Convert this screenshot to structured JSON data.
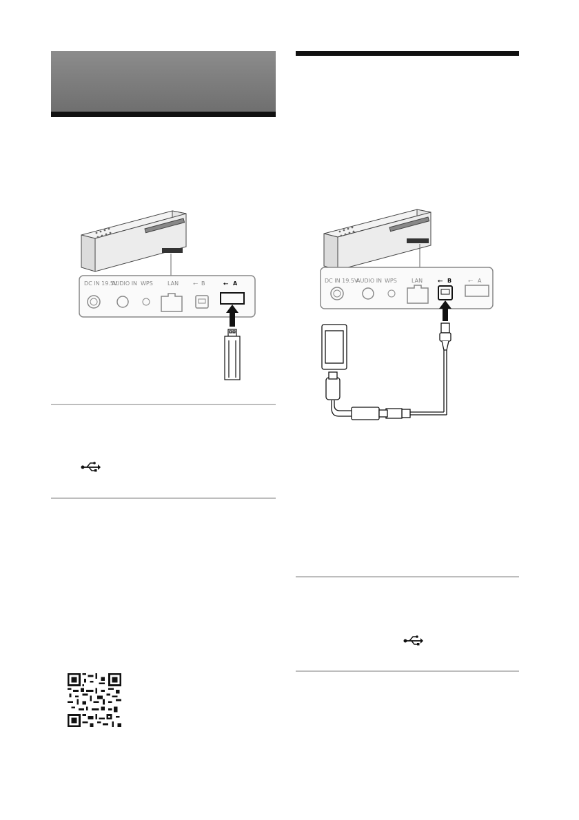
{
  "diagram_left": {
    "ports": [
      {
        "label": "DC IN 19.5V",
        "bold": false
      },
      {
        "label": "AUDIO IN",
        "bold": false
      },
      {
        "label": "WPS",
        "bold": false
      },
      {
        "label": "LAN",
        "bold": false
      },
      {
        "label": "B",
        "bold": false
      },
      {
        "label": "A",
        "bold": true
      }
    ]
  },
  "diagram_right": {
    "ports": [
      {
        "label": "DC IN 19.5V",
        "bold": false
      },
      {
        "label": "AUDIO IN",
        "bold": false
      },
      {
        "label": "WPS",
        "bold": false
      },
      {
        "label": "LAN",
        "bold": false
      },
      {
        "label": "B",
        "bold": true
      },
      {
        "label": "A",
        "bold": false
      }
    ]
  },
  "icons": {
    "usb_left": "usb-icon",
    "usb_right": "usb-icon",
    "qr": "qr-code"
  },
  "colors": {
    "header_gray": "#7e7e7e",
    "rule_black": "#111111",
    "rule_gray": "#bdbdbd"
  }
}
